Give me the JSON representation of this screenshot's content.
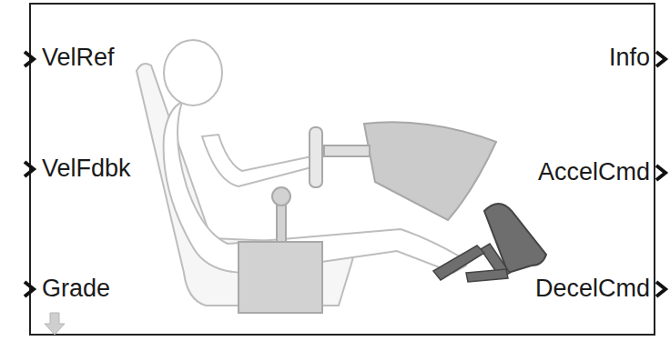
{
  "diagram": {
    "labels": [
      "VelRef",
      "VelFdbk",
      "Grade",
      "Info",
      "AccelCmd",
      "DecelCmd"
    ]
  }
}
